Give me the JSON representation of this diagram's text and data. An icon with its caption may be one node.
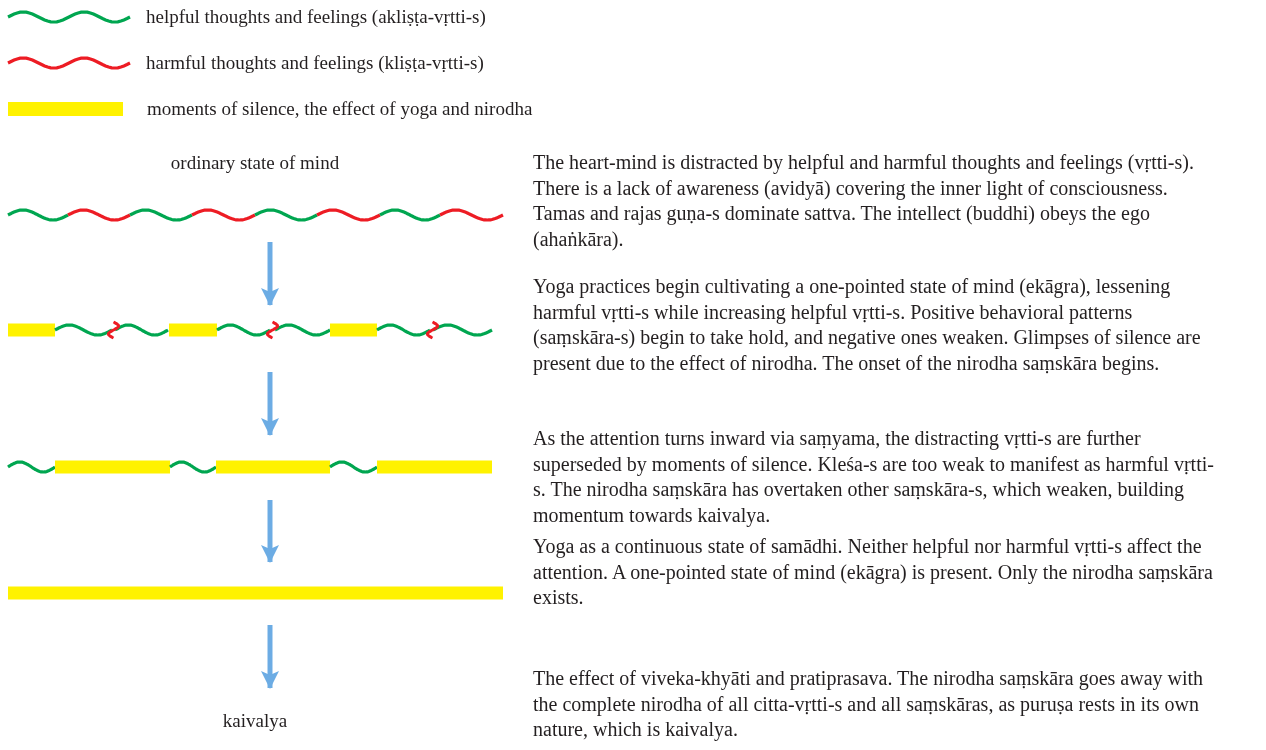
{
  "diagram": {
    "nodes": [
      {
        "text": [
          "ordinary state of mind"
        ],
        "beside": [
          "The heart-mind is distracted by helpful and harmful thoughts and feelings (vṛtti-s). There is a lack of awareness (avidyā) covering the inner light of consciousness. Tamas and rajas guṇa-s dominate sattva. The intellect (buddhi) obeys the ego (ahaṅkāra)."
        ]
      },
      {
        "text": [],
        "shape": "bar",
        "beside": [
          "Yoga practices begin cultivating a one-pointed state of mind (ekāgra), lessening harmful vṛtti-s while increasing helpful vṛtti-s. Positive behavioral patterns (saṃskāra-s) begin to take hold, and negative ones weaken. Glimpses of silence are present due to the effect of nirodha. The onset of the nirodha saṃskāra begins."
        ]
      },
      {
        "text": [],
        "shape": "bar",
        "beside": [
          "As the attention turns inward via saṃyama, the distracting vṛtti-s are further superseded by moments of silence. Kleśa-s are too weak to manifest as harmful vṛtti-s. The nirodha saṃskāra has overtaken other saṃskāra-s, which weaken, building momentum towards kaivalya."
        ]
      },
      {
        "text": [],
        "shape": "bar",
        "beside": [
          "Yoga as a continuous state of samādhi. Neither helpful nor harmful vṛtti-s affect the attention. A one-pointed state of mind (ekāgra) is present. Only the nirodha saṃskāra exists."
        ]
      },
      {
        "text": [
          "kaivalya"
        ]
      }
    ],
    "edges": [
      {
        "from": 0,
        "to": 1,
        "arrow": "to"
      },
      {
        "from": 1,
        "to": 2,
        "arrow": "to"
      },
      {
        "from": 2,
        "to": 3,
        "arrow": "to"
      },
      {
        "from": 3,
        "to": 4,
        "arrow": "to"
      }
    ],
    "labels": [
      "The effect of viveka-khyāti and pratiprasava. The nirodha saṃskāra goes away with the complete nirodha of all citta-vṛtti-s and all saṃskāras, as puruṣa rests in its own nature, which is kaivalya."
    ],
    "legend": [
      {
        "text": "helpful thoughts and feelings (akliṣṭa-vṛtti-s)"
      },
      {
        "text": "harmful thoughts and feelings (kliṣṭa-vṛtti-s)"
      },
      {
        "text": "moments of silence, the effect of yoga and nirodha",
        "color": "#fff200"
      }
    ]
  }
}
